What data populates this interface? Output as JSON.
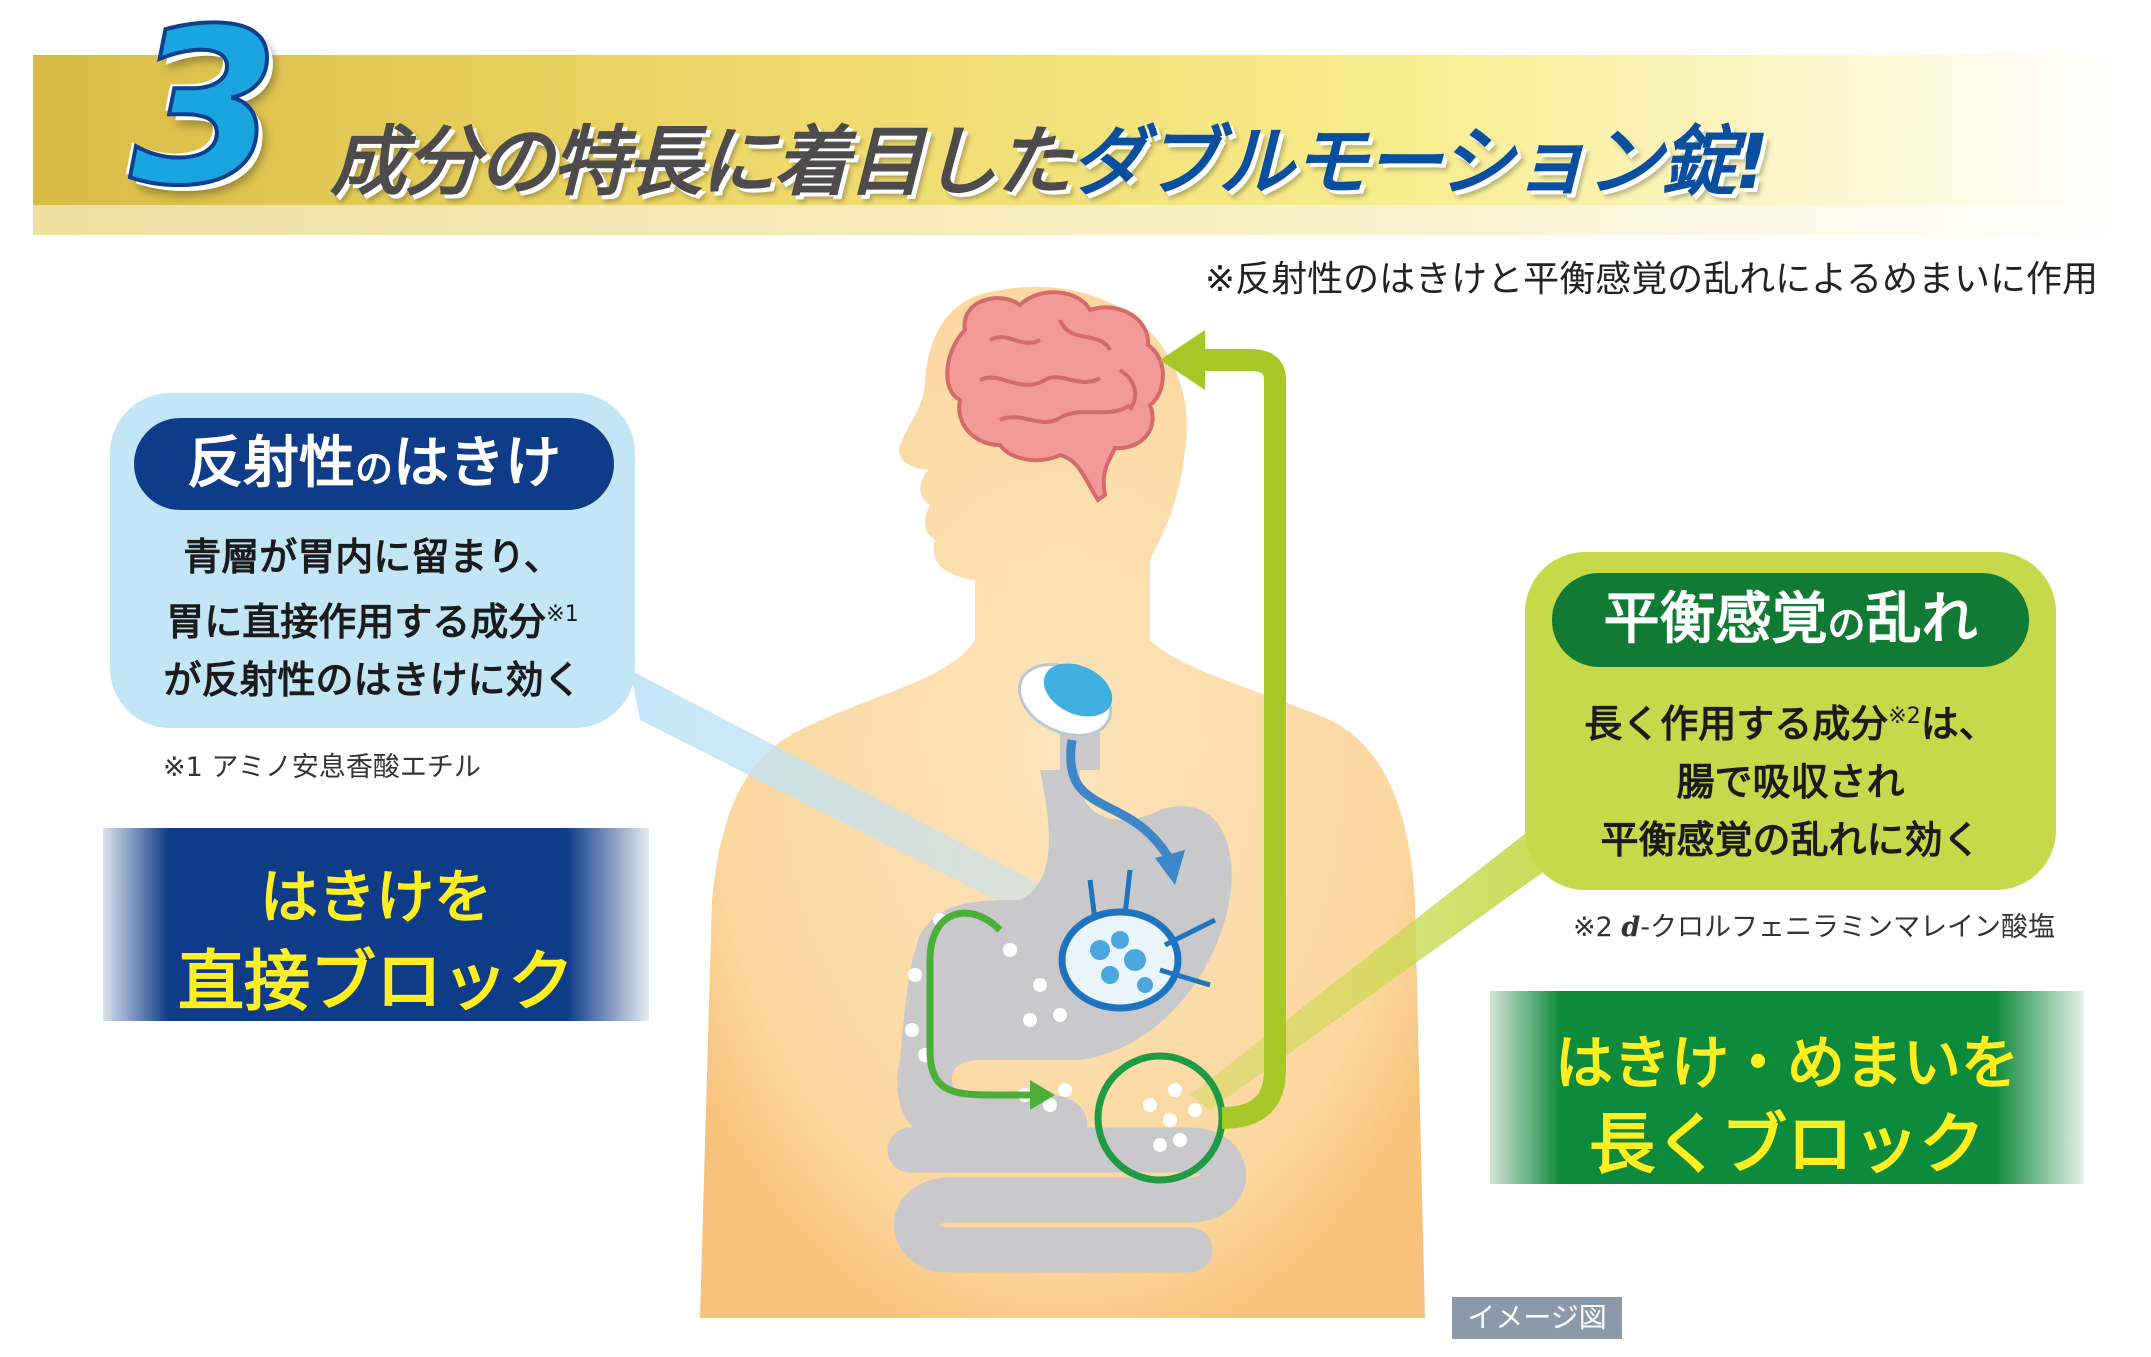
{
  "header": {
    "number": "3",
    "title_part1": "成分の特長に着目した",
    "title_part2": "ダブルモーション錠!",
    "note": "※反射性のはきけと平衡感覚の乱れによるめまいに作用"
  },
  "left_panel": {
    "heading_main": "反射性",
    "heading_small": "の",
    "heading_end": "はきけ",
    "line1": "青層が胃内に留まり、",
    "line2": "胃に直接作用する成分",
    "line2_ref": "※1",
    "line3": "が反射性のはきけに効く",
    "footnote": "※1 アミノ安息香酸エチル",
    "result_line1": "はきけを",
    "result_line2": "直接ブロック"
  },
  "right_panel": {
    "heading_main": "平衡感覚",
    "heading_small": "の",
    "heading_end": "乱れ",
    "line1_a": "長く作用する成分",
    "line1_ref": "※2",
    "line1_b": "は、",
    "line2": "腸で吸収され",
    "line3": "平衡感覚の乱れに効く",
    "footnote_prefix": "※2 ",
    "footnote_italic": "d",
    "footnote_rest": "-クロルフェニラミンマレイン酸塩",
    "result_line1": "はきけ・めまいを",
    "result_line2": "長くブロック"
  },
  "figure": {
    "label": "イメージ図"
  },
  "colors": {
    "navy": "#0f3c88",
    "green": "#117a35",
    "yellow_text": "#ffef22",
    "light_blue": "#c3e6f7",
    "lime": "#c5d94a"
  }
}
